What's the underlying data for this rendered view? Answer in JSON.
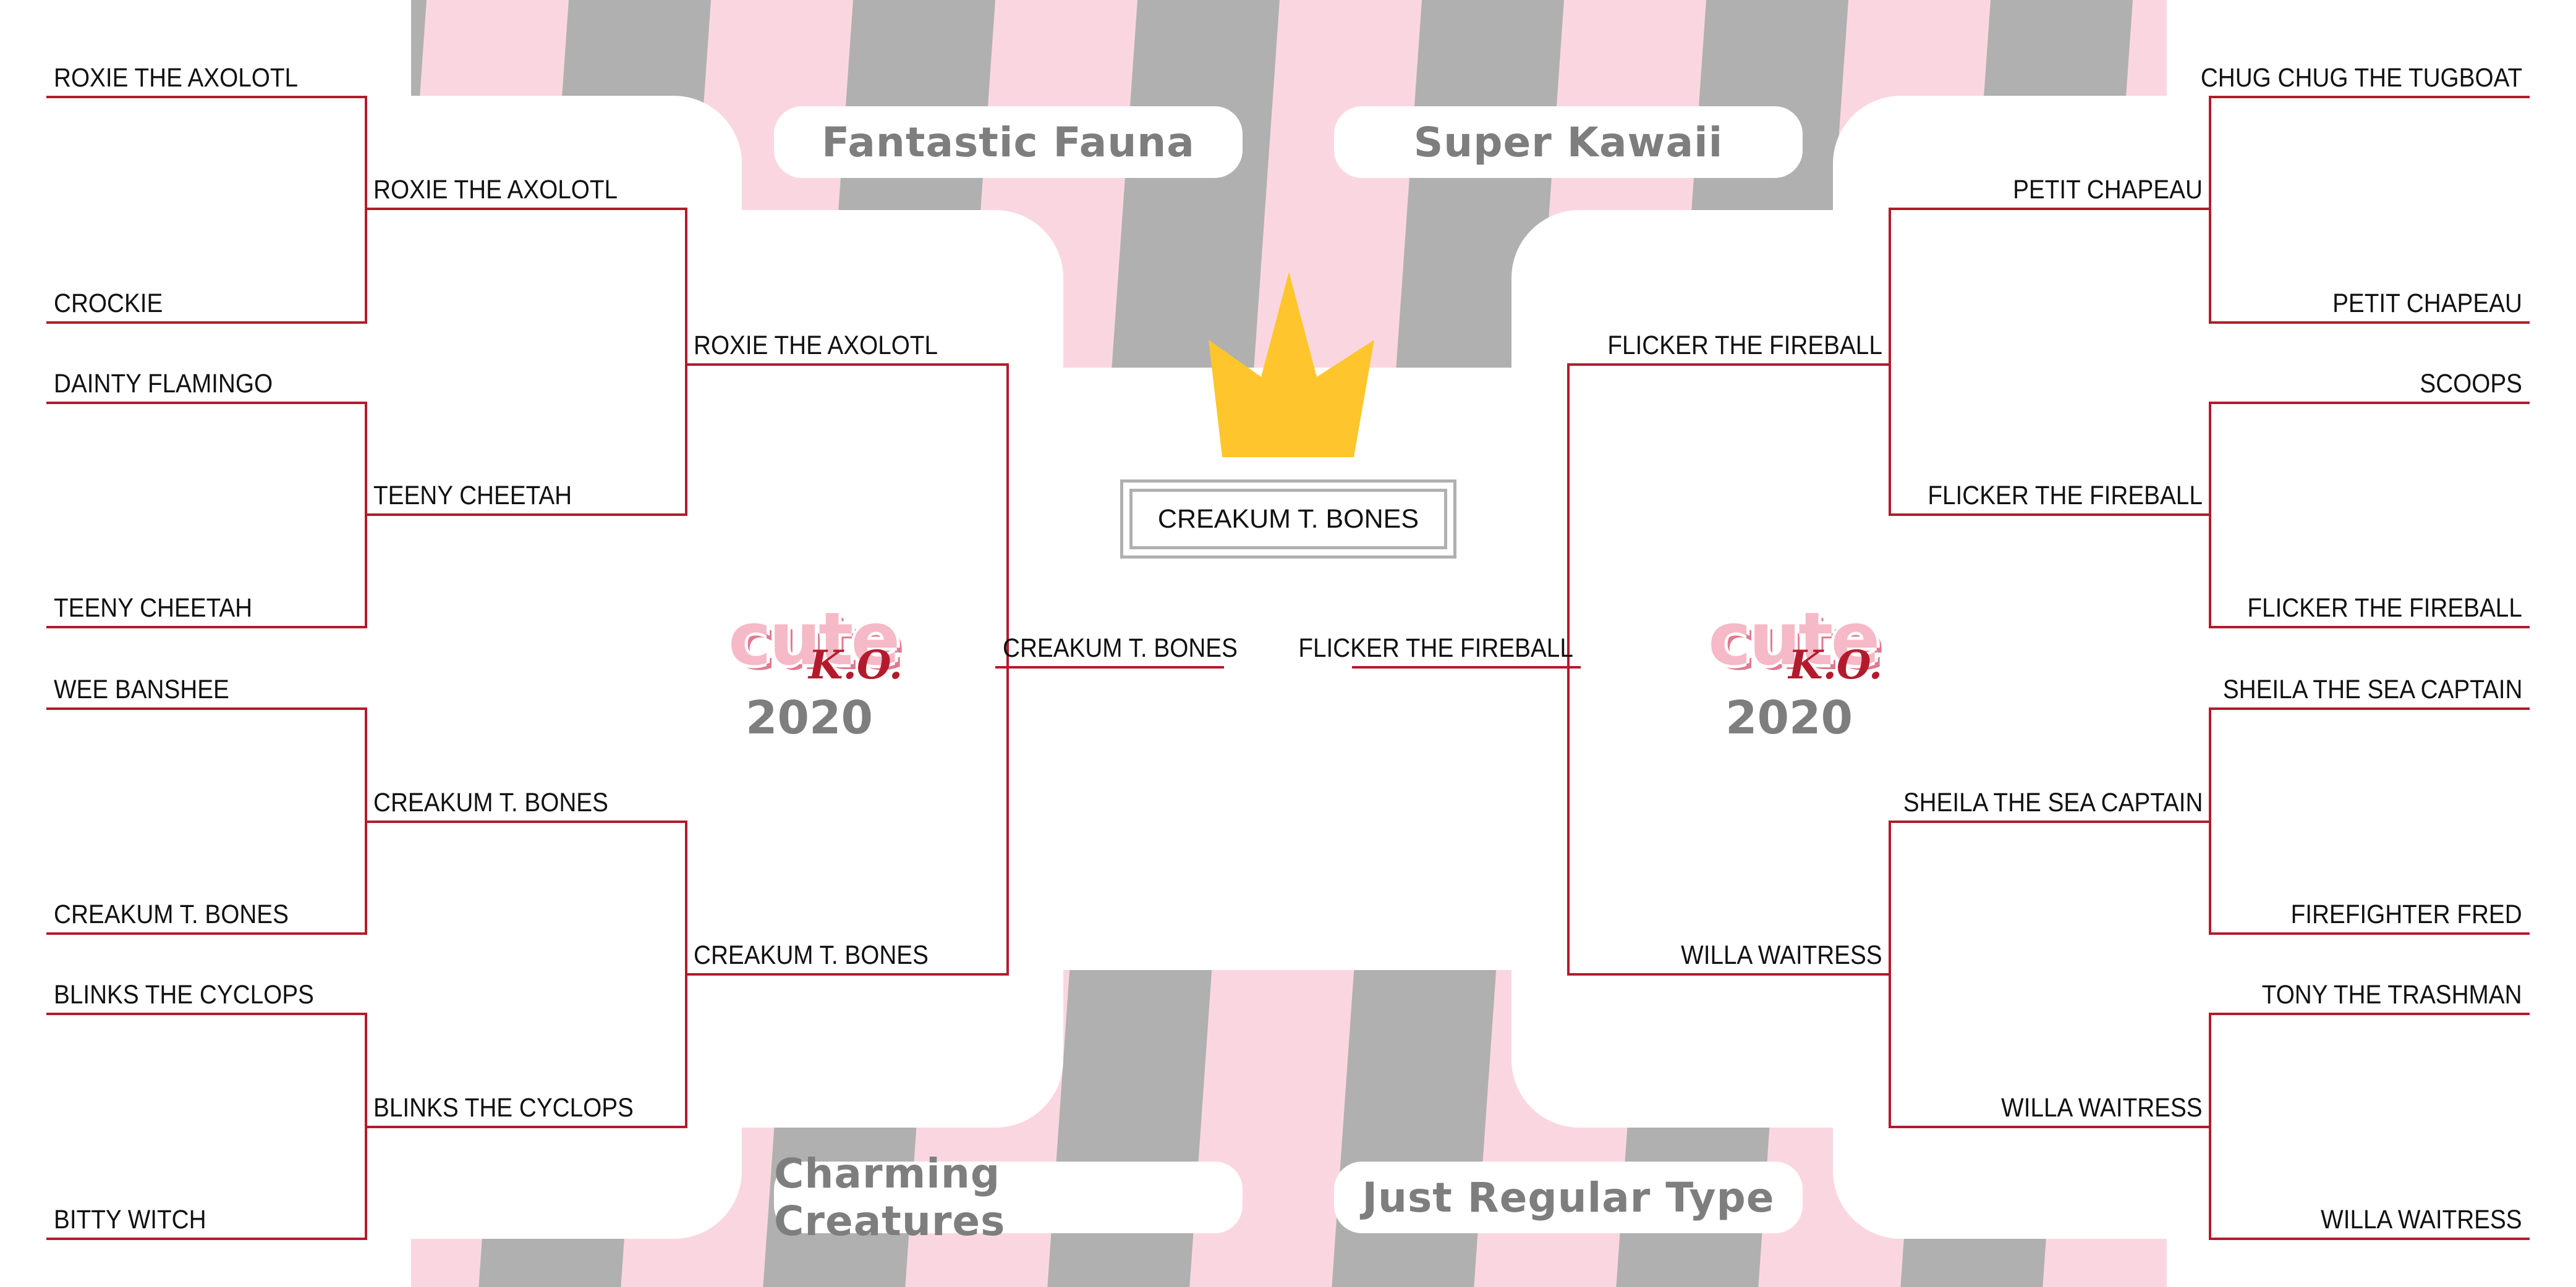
{
  "regions": {
    "top_left": "Fantastic Fauna",
    "top_right": "Super Kawaii",
    "bottom_left": "Charming Creatures",
    "bottom_right": "Just Regular Type"
  },
  "champion": "CREAKUM T. BONES",
  "logo": {
    "word": "cute",
    "ko": "K.O.",
    "year": "2020"
  },
  "left": {
    "round1": [
      "ROXIE THE AXOLOTL",
      "CROCKIE",
      "DAINTY FLAMINGO",
      "TEENY CHEETAH",
      "WEE BANSHEE",
      "CREAKUM T. BONES",
      "BLINKS THE CYCLOPS",
      "BITTY WITCH"
    ],
    "round2": [
      "ROXIE THE AXOLOTL",
      "TEENY CHEETAH",
      "CREAKUM T. BONES",
      "BLINKS THE CYCLOPS"
    ],
    "round3": [
      "ROXIE THE AXOLOTL",
      "CREAKUM T. BONES"
    ],
    "round4": [
      "CREAKUM T. BONES"
    ]
  },
  "right": {
    "round1": [
      "CHUG CHUG THE TUGBOAT",
      "PETIT CHAPEAU",
      "SCOOPS",
      "FLICKER THE FIREBALL",
      "SHEILA THE SEA CAPTAIN",
      "FIREFIGHTER FRED",
      "TONY THE TRASHMAN",
      "WILLA WAITRESS"
    ],
    "round2": [
      "PETIT CHAPEAU",
      "FLICKER THE FIREBALL",
      "SHEILA THE SEA CAPTAIN",
      "WILLA WAITRESS"
    ],
    "round3": [
      "FLICKER THE FIREBALL",
      "WILLA WAITRESS"
    ],
    "round4": [
      "FLICKER THE FIREBALL"
    ]
  },
  "colors": {
    "line": "#b31b2c",
    "pink": "#fad7e0",
    "gray": "#b0b0b0",
    "crown": "#fec62c",
    "pill_text": "#7e7e7e"
  },
  "icons": [
    "crown-icon"
  ]
}
